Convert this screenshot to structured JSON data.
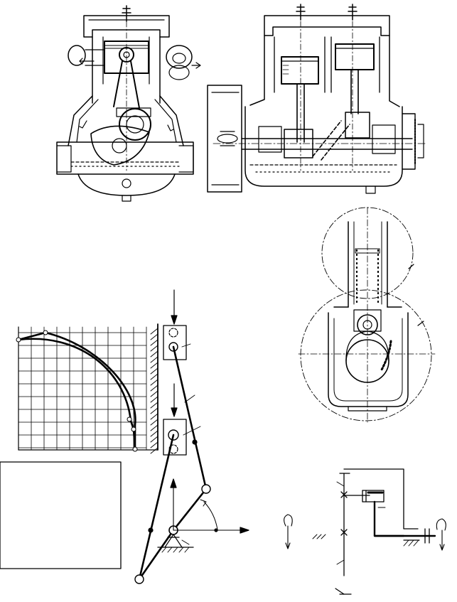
{
  "figure": {
    "description_hidden": "",
    "ink_color": "#000000",
    "paper_color": "#ffffff",
    "panels": [
      "engine-cross-section",
      "engine-longitudinal-section",
      "cam-gear-mechanism",
      "displacement-grid-plot",
      "slider-crank-linkage",
      "blank-answer-box",
      "gear-shaft-schematic"
    ]
  }
}
